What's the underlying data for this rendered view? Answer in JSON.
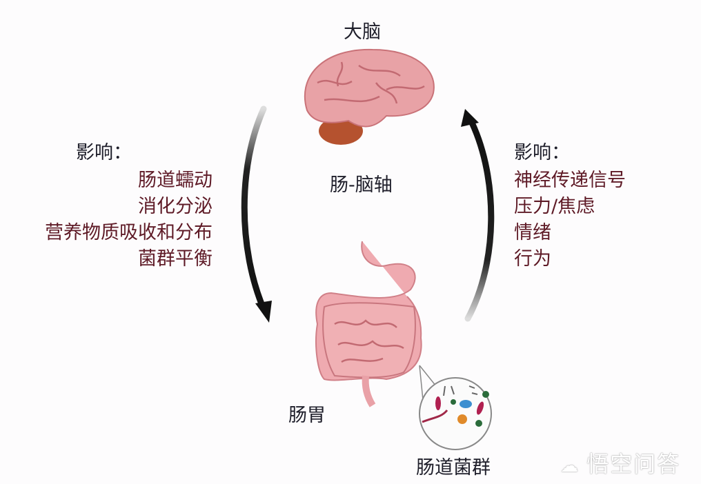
{
  "labels": {
    "brain": "大脑",
    "axis": "肠-脑轴",
    "gut": "肠胃",
    "microbiota": "肠道菌群"
  },
  "left_panel": {
    "heading": "影响：",
    "items": [
      "肠道蠕动",
      "消化分泌",
      "营养物质吸收和分布",
      "菌群平衡"
    ]
  },
  "right_panel": {
    "heading": "影响：",
    "items": [
      "神经传递信号",
      "压力/焦虑",
      "情绪",
      "行为"
    ]
  },
  "watermark": "悟空问答",
  "colors": {
    "text_dark": "#1e1e2a",
    "text_red": "#5e1a26",
    "brain": "#e9a3a8",
    "gut": "#efaab0",
    "arrow": "#1a1a1a"
  }
}
